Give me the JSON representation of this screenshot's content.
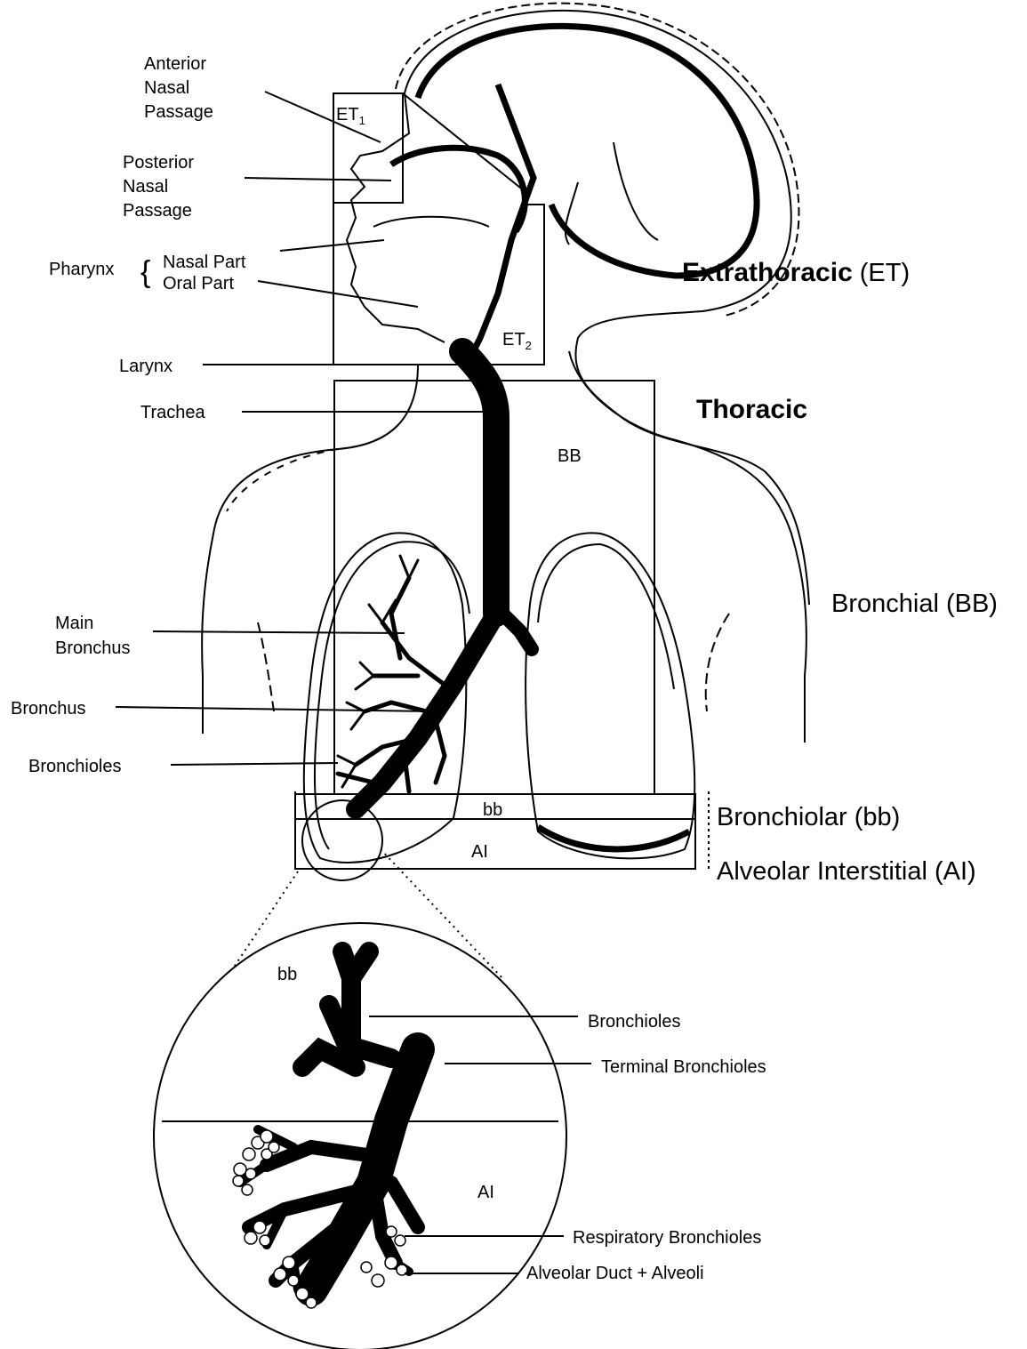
{
  "labels": {
    "anterior_nasal": [
      "Anterior",
      "Nasal",
      "Passage"
    ],
    "posterior_nasal": [
      "Posterior",
      "Nasal",
      "Passage"
    ],
    "pharynx": "Pharynx",
    "pharynx_brace": "{",
    "nasal_part": "Nasal Part",
    "oral_part": "Oral Part",
    "larynx": "Larynx",
    "trachea": "Trachea",
    "main_bronchus": [
      "Main",
      "Bronchus"
    ],
    "bronchus": "Bronchus",
    "bronchioles": "Bronchioles"
  },
  "regions": {
    "et1": "ET",
    "et1_sub": "1",
    "et2": "ET",
    "et2_sub": "2",
    "bb_upper": "BB",
    "bb_lower": "bb",
    "ai": "AI"
  },
  "zones": {
    "extrathoracic_bold": "Extrathoracic",
    "extrathoracic_abbr": "(ET)",
    "thoracic": "Thoracic",
    "bronchial": "Bronchial (BB)",
    "bronchiolar": "Bronchiolar (bb)",
    "alveolar": "Alveolar Interstitial (AI)"
  },
  "inset": {
    "bb": "bb",
    "ai": "AI",
    "bronchioles": "Bronchioles",
    "terminal_bronchioles": "Terminal Bronchioles",
    "respiratory_bronchioles": "Respiratory Bronchioles",
    "alveolar_duct": "Alveolar Duct + Alveoli"
  },
  "colors": {
    "ink": "#000000",
    "paper": "#ffffff"
  }
}
